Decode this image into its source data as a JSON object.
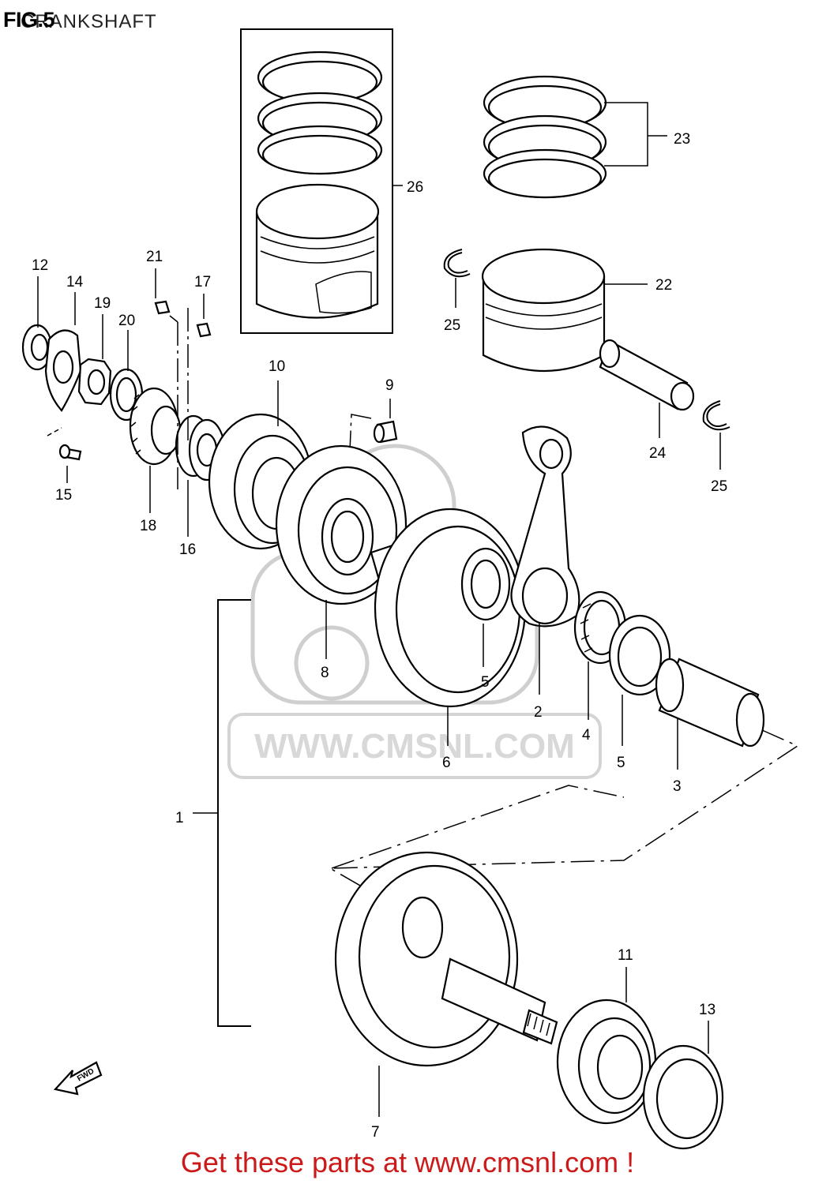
{
  "header": {
    "fig_label": "FIG.5",
    "title": "CRANKSHAFT"
  },
  "watermark": {
    "text": "WWW.CMSNL.COM"
  },
  "fwd_label": "FWD",
  "callouts": {
    "c1": "1",
    "c2": "2",
    "c3": "3",
    "c4": "4",
    "c5a": "5",
    "c5b": "5",
    "c6": "6",
    "c7": "7",
    "c8": "8",
    "c9": "9",
    "c10": "10",
    "c11": "11",
    "c12": "12",
    "c13": "13",
    "c14": "14",
    "c15": "15",
    "c16": "16",
    "c17": "17",
    "c18": "18",
    "c19": "19",
    "c20": "20",
    "c21": "21",
    "c22": "22",
    "c23": "23",
    "c24": "24",
    "c25a": "25",
    "c25b": "25",
    "c26": "26"
  },
  "footer": {
    "text": "Get these parts at www.cmsnl.com !"
  },
  "colors": {
    "footer_text": "#cc1a1a",
    "line": "#000000",
    "watermark": "#d0d0d0"
  }
}
